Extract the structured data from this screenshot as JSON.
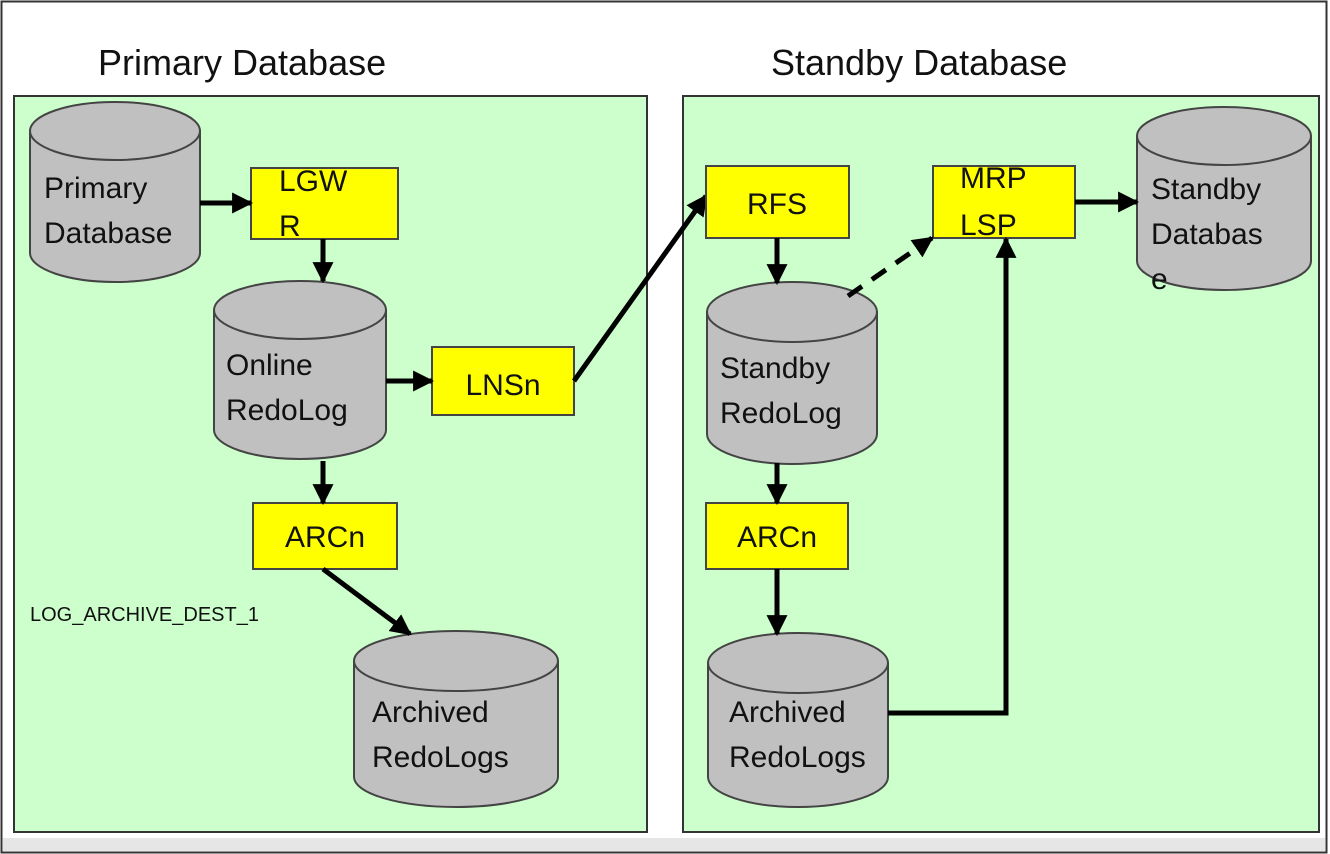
{
  "colors": {
    "frame_border": "#333333",
    "footer_strip": "#e6e6e6",
    "panel_fill": "#ccffcc",
    "process_box": "#ffff00",
    "cylinder": "#c0c0c0",
    "arrow": "#000000"
  },
  "primary": {
    "title": "Primary Database",
    "primary_db_label": [
      "Primary",
      "Database"
    ],
    "lgwr_label": [
      "LGW",
      "R"
    ],
    "online_redo_label": [
      "Online",
      "RedoLog"
    ],
    "lnsn_label": "LNSn",
    "arcn_label": "ARCn",
    "dest_label": "LOG_ARCHIVE_DEST_1",
    "archived_label": [
      "Archived",
      "RedoLogs"
    ]
  },
  "standby": {
    "title": "Standby Database",
    "rfs_label": "RFS",
    "mrp_lsp_label": [
      "MRP",
      "LSP"
    ],
    "standby_db_label": [
      "Standby",
      "Databas",
      "e"
    ],
    "standby_redo_label": [
      "Standby",
      "RedoLog"
    ],
    "arcn_label": "ARCn",
    "archived_label": [
      "Archived",
      "RedoLogs"
    ]
  }
}
